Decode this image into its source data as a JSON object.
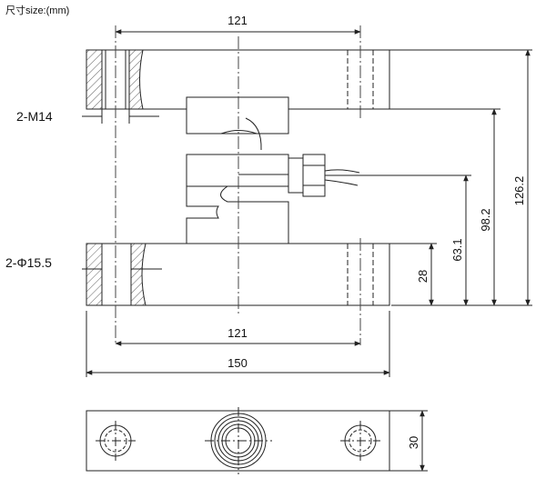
{
  "caption": "尺寸size:(mm)",
  "labels": {
    "thread": "2-M14",
    "hole": "2-Φ15.5"
  },
  "dimensions": {
    "top_width": "121",
    "bottom_width": "121",
    "total_width": "150",
    "height_126": "126.2",
    "height_98": "98.2",
    "height_63": "63.1",
    "height_28": "28",
    "plan_height": "30"
  },
  "colors": {
    "stroke": "#222222",
    "hatch": "#555555",
    "background": "#ffffff"
  }
}
